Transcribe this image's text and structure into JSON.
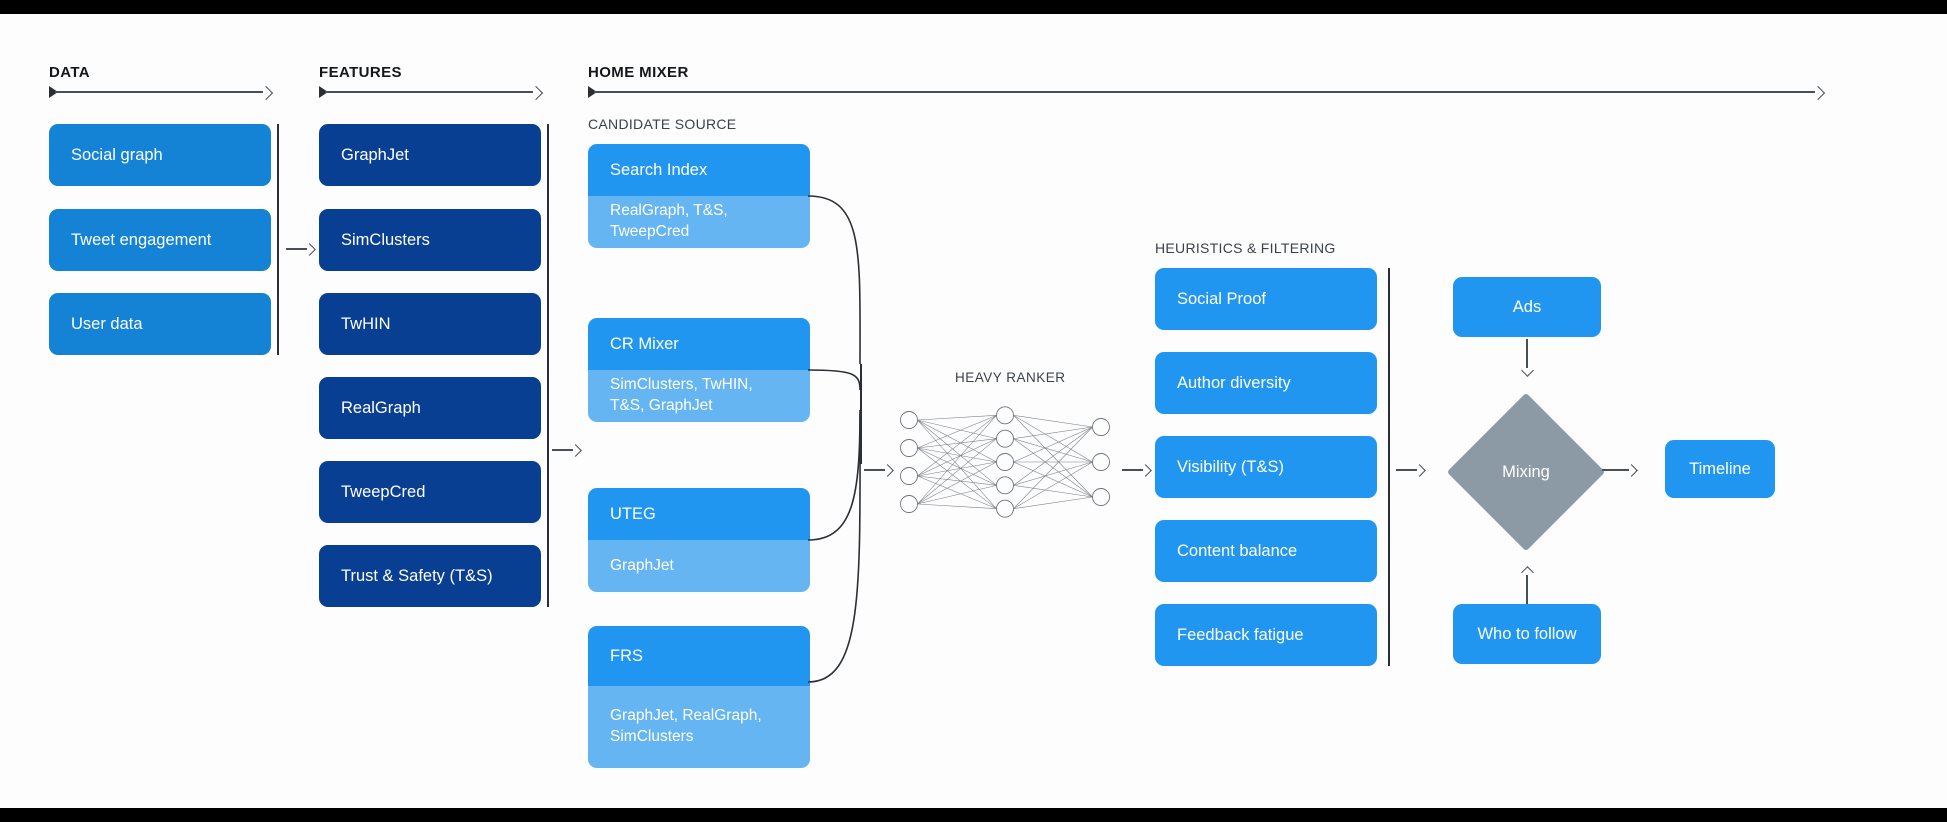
{
  "sections": {
    "data": {
      "label": "DATA"
    },
    "features": {
      "label": "FEATURES"
    },
    "home_mixer": {
      "label": "HOME MIXER"
    },
    "candidate_source": {
      "label": "CANDIDATE SOURCE"
    },
    "heavy_ranker": {
      "label": "HEAVY RANKER"
    },
    "heuristics": {
      "label": "HEURISTICS & FILTERING"
    }
  },
  "data_cards": [
    {
      "label": "Social graph"
    },
    {
      "label": "Tweet engagement"
    },
    {
      "label": "User data"
    }
  ],
  "feature_cards": [
    {
      "label": "GraphJet"
    },
    {
      "label": "SimClusters"
    },
    {
      "label": "TwHIN"
    },
    {
      "label": "RealGraph"
    },
    {
      "label": "TweepCred"
    },
    {
      "label": "Trust & Safety (T&S)"
    }
  ],
  "candidate_sources": [
    {
      "title": "Search Index",
      "features": "RealGraph, T&S, TweepCred"
    },
    {
      "title": "CR Mixer",
      "features": "SimClusters, TwHIN, T&S, GraphJet"
    },
    {
      "title": "UTEG",
      "features": "GraphJet"
    },
    {
      "title": "FRS",
      "features": "GraphJet, RealGraph, SimClusters"
    }
  ],
  "heuristic_cards": [
    {
      "label": "Social Proof"
    },
    {
      "label": "Author diversity"
    },
    {
      "label": "Visibility (T&S)"
    },
    {
      "label": "Content balance"
    },
    {
      "label": "Feedback fatigue"
    }
  ],
  "output": {
    "ads": "Ads",
    "mixing": "Mixing",
    "who_to_follow": "Who to follow",
    "timeline": "Timeline"
  },
  "neural_net": {
    "input_nodes": 4,
    "hidden_nodes": 5,
    "output_nodes": 3
  },
  "colors": {
    "data_card": "#1483d6",
    "feature_card": "#093f92",
    "candidate_head": "#2196f0",
    "candidate_body": "#64b5f2",
    "heuristic_card": "#2196f0",
    "mixing_diamond": "#8c9aa6",
    "output_card": "#2196f0",
    "line": "#4a4f55",
    "background": "#fdfdfd"
  }
}
